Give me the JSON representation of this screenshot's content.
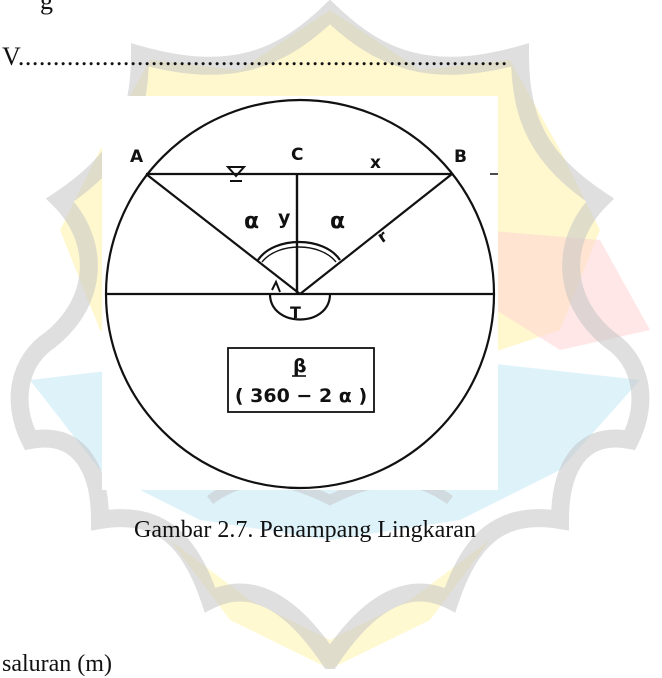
{
  "page": {
    "top_fragment": "g",
    "equation_line": "V......................................................................",
    "caption": "Gambar 2.7. Penampang Lingkaran",
    "bottom_fragment": "saluran (m)"
  },
  "figure": {
    "point_A": "A",
    "point_B": "B",
    "point_C": "C",
    "label_x": "x",
    "label_y": "y",
    "label_r": "r",
    "label_T": "T",
    "angle_left": "α",
    "angle_right": "α",
    "box_symbol": "β",
    "box_formula": "( 360 − 2 α )"
  },
  "watermark": {
    "colors": {
      "outline": "#b9b9b9",
      "yellow": "#fff3a6",
      "blue": "#c8e9f6",
      "pink": "#ffd3d3"
    }
  }
}
